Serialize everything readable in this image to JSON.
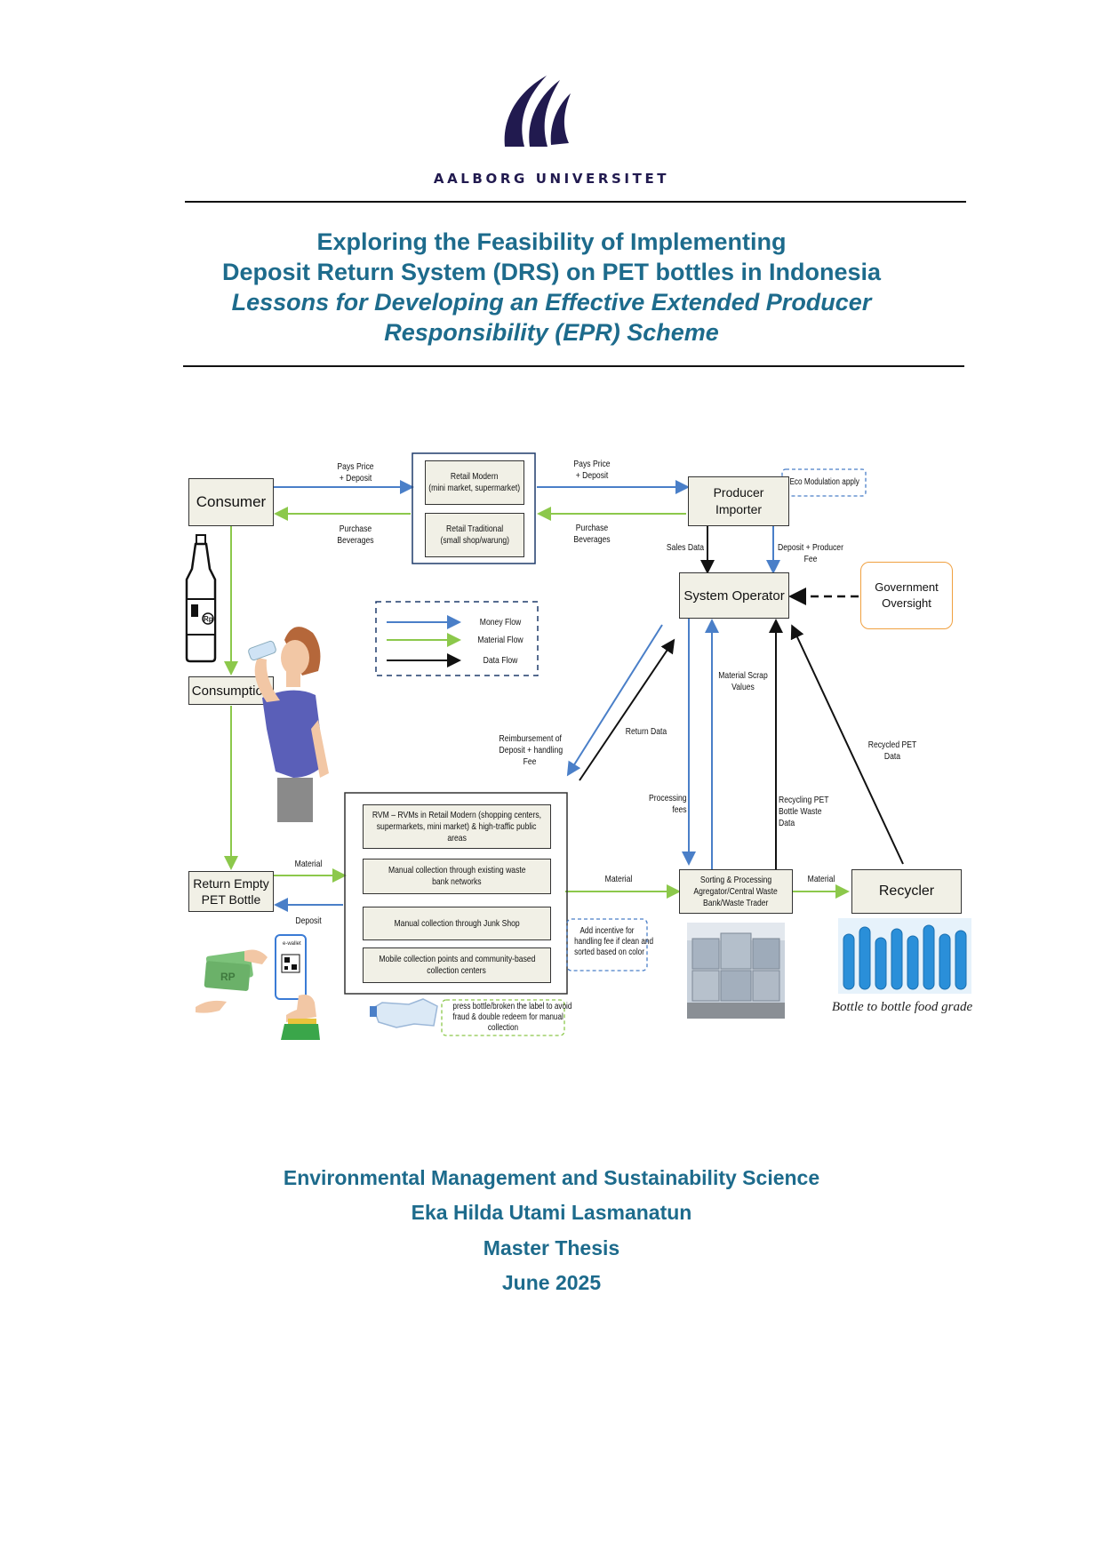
{
  "header": {
    "university": "AALBORG UNIVERSITET"
  },
  "title": {
    "line1": "Exploring the Feasibility of Implementing",
    "line2": "Deposit Return System (DRS) on PET bottles in Indonesia",
    "line3": "Lessons for Developing an Effective Extended Producer",
    "line4": "Responsibility (EPR) Scheme"
  },
  "diagram": {
    "nodes": {
      "consumer": "Consumer",
      "retail_modern_1": "Retail Modern",
      "retail_modern_2": "(mini market, supermarket)",
      "retail_traditional_1": "Retail Traditional",
      "retail_traditional_2": "(small shop/warung)",
      "producer_1": "Producer",
      "producer_2": "Importer",
      "eco_modulation": "Eco Modulation apply",
      "system_operator": "System Operator",
      "gov_1": "Government",
      "gov_2": "Oversight",
      "consumption": "Consumption",
      "return_1": "Return Empty",
      "return_2": "PET Bottle",
      "rvm_1": "RVM – RVMs in Retail Modern (shopping centers,",
      "rvm_2": "supermarkets, mini market) &  high-traffic public",
      "rvm_3": "areas",
      "manual_waste_1": "Manual collection through existing waste",
      "manual_waste_2": "bank networks",
      "manual_junk": "Manual collection through Junk Shop",
      "mobile_1": "Mobile collection points and community-based",
      "mobile_2": "collection centers",
      "sorting_1": "Sorting & Processing",
      "sorting_2": "Agregator/Central Waste",
      "sorting_3": "Bank/Waste Trader",
      "recycler": "Recycler",
      "incentive_1": "Add incentive for",
      "incentive_2": "handling fee if clean and",
      "incentive_3": "sorted based on color",
      "press_1": "press bottle/broken the label to avoid",
      "press_2": "fraud & double redeem for manual",
      "press_3": "collection",
      "bottle_caption": "Bottle to bottle food grade",
      "rp": "Rp",
      "rp_note": "RP",
      "wallet": "e-wallet"
    },
    "legend": {
      "money": "Money Flow",
      "material": "Material Flow",
      "data": "Data Flow"
    },
    "labels": {
      "pays1_a": "Pays Price",
      "pays1_b": "+ Deposit",
      "purchase1_a": "Purchase",
      "purchase1_b": "Beverages",
      "pays2_a": "Pays Price",
      "pays2_b": "+ Deposit",
      "purchase2_a": "Purchase",
      "purchase2_b": "Beverages",
      "sales_data": "Sales Data",
      "deposit_fee_a": "Deposit + Producer",
      "deposit_fee_b": "Fee",
      "scrap_a": "Material Scrap",
      "scrap_b": "Values",
      "return_data": "Return Data",
      "reimb_a": "Reimbursement of",
      "reimb_b": "Deposit + handling",
      "reimb_c": "Fee",
      "recycled_a": "Recycled PET",
      "recycled_b": "Data",
      "processing_a": "Processing",
      "processing_b": "fees",
      "recycling_a": "Recycling PET",
      "recycling_b": "Bottle Waste",
      "recycling_c": "Data",
      "material_left": "Material",
      "deposit_left": "Deposit",
      "material_mid": "Material",
      "material_right": "Material"
    },
    "colors": {
      "money": "#4a7fc8",
      "material": "#8cc84b",
      "data": "#111111",
      "gov": "#f0a040",
      "box_fill": "#f1f0e6"
    }
  },
  "footer": {
    "program": "Environmental Management and Sustainability Science",
    "author": "Eka Hilda Utami Lasmanatun",
    "type": "Master Thesis",
    "date": "June 2025"
  }
}
